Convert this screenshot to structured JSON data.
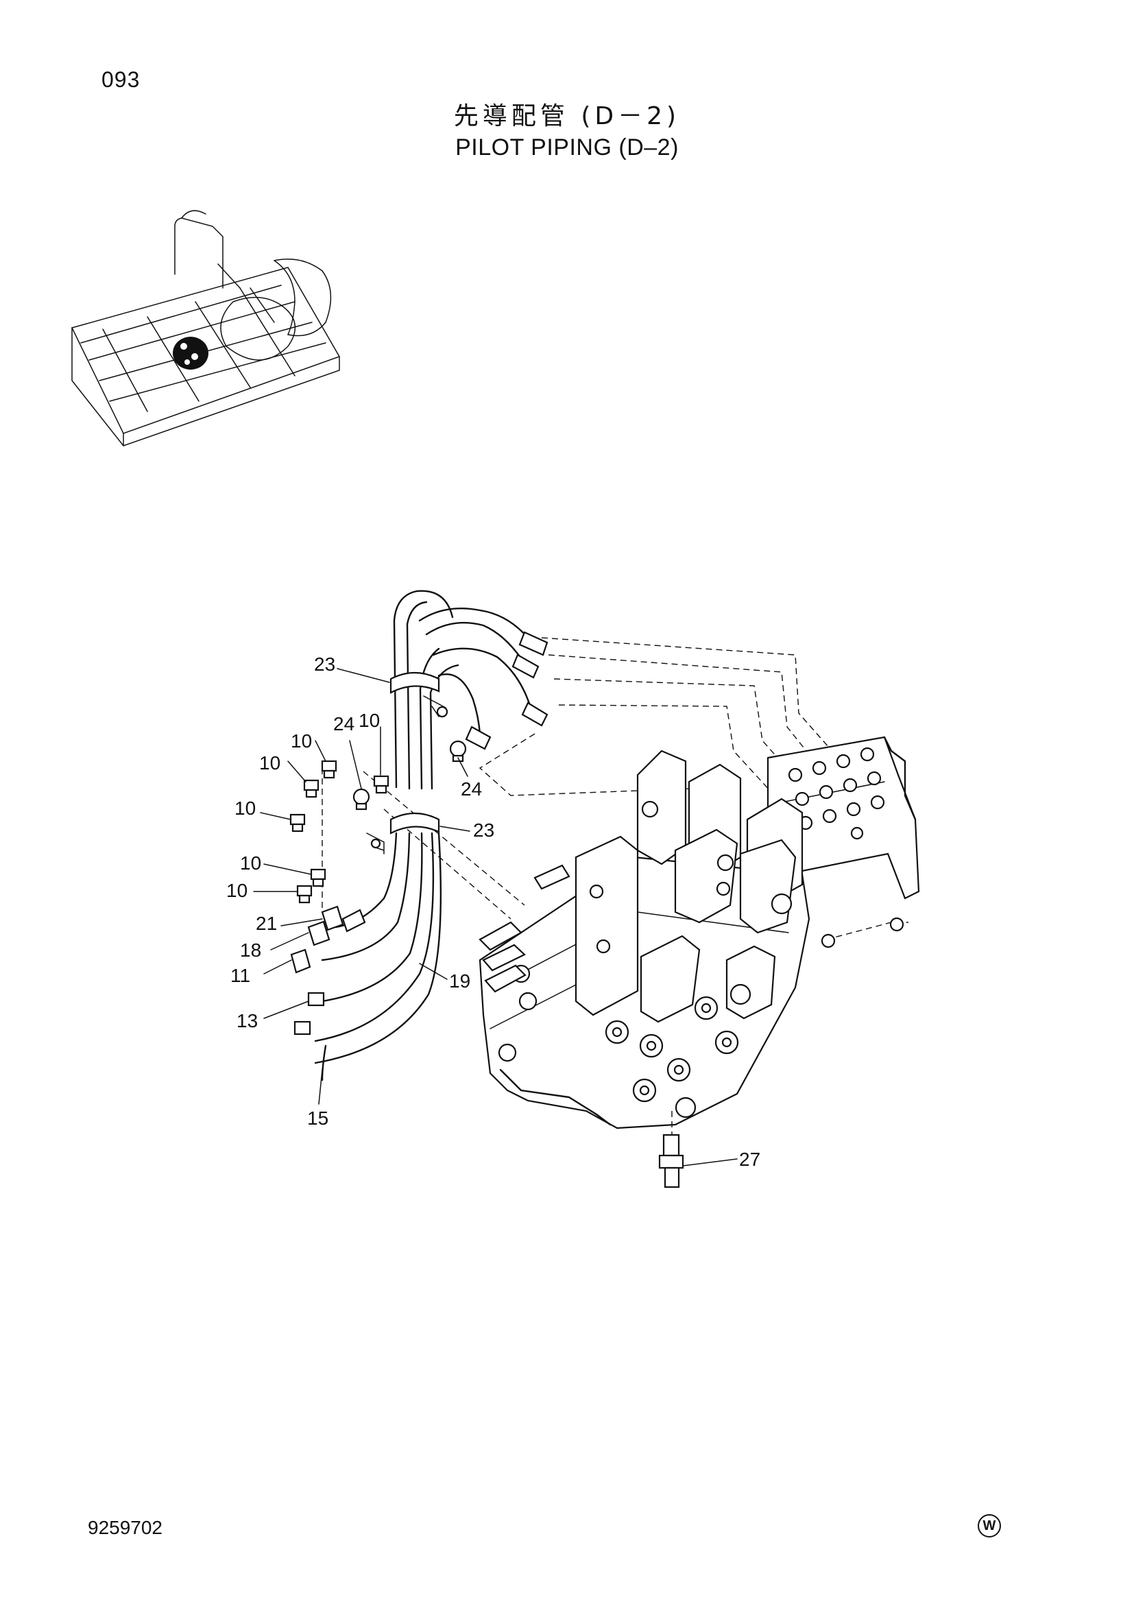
{
  "header": {
    "page_number": "093",
    "title_jp": "先導配管 (D－2)",
    "title_en": "PILOT PIPING (D–2)"
  },
  "callouts": [
    {
      "label": "23"
    },
    {
      "label": "24"
    },
    {
      "label": "10"
    },
    {
      "label": "10"
    },
    {
      "label": "10"
    },
    {
      "label": "10"
    },
    {
      "label": "24"
    },
    {
      "label": "23"
    },
    {
      "label": "10"
    },
    {
      "label": "10"
    },
    {
      "label": "21"
    },
    {
      "label": "18"
    },
    {
      "label": "11"
    },
    {
      "label": "19"
    },
    {
      "label": "13"
    },
    {
      "label": "15"
    },
    {
      "label": "27"
    }
  ],
  "footer": {
    "doc_number": "9259702",
    "mark": "W"
  }
}
